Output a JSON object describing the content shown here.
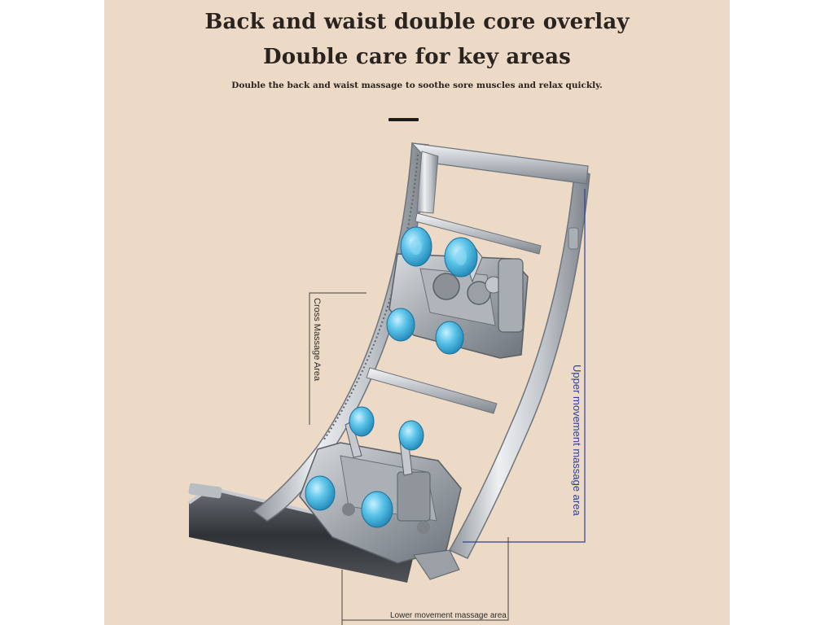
{
  "header": {
    "title_line1": "Back and waist double core overlay",
    "title_line2": "Double care for key areas",
    "subtitle": "Double the back and waist massage to soothe sore muscles and relax quickly."
  },
  "callouts": {
    "cross_area": "Cross Massage Area",
    "upper_area": "Upper movement massage area",
    "lower_area": "Lower movement massage area"
  },
  "colors": {
    "background": "#ecd9c6",
    "title_text": "#2a2421",
    "roller_blue": "#5cc4e8",
    "frame_silver": "#c9cdd2",
    "upper_callout": "#2f3f96"
  }
}
